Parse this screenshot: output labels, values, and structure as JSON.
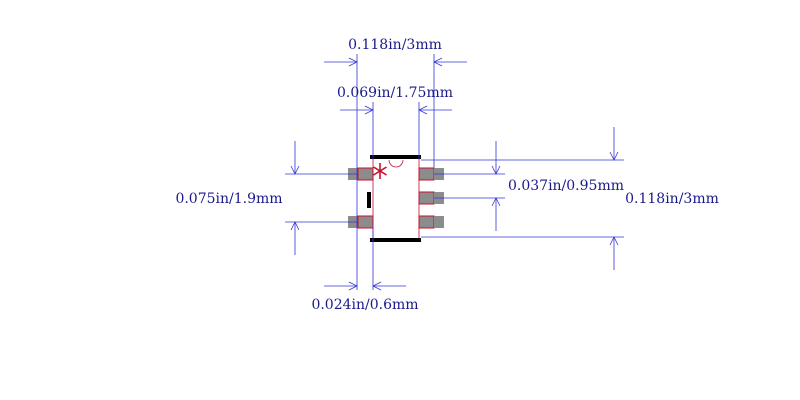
{
  "dimensions": {
    "overall_width": "0.118in/3mm",
    "body_width": "0.069in/1.75mm",
    "left_pitch": "0.075in/1.9mm",
    "right_pitch": "0.037in/0.95mm",
    "overall_height": "0.118in/3mm",
    "pad_width": "0.024in/0.6mm"
  },
  "colors": {
    "dimension_line": "#3535d6",
    "dimension_text": "#1a1a8c",
    "outline": "#000000",
    "pad_fill": "#8c8c8c",
    "pad_outline": "#c8102e",
    "body_outline": "#c8102e",
    "pin1_marker": "#c8102e"
  },
  "icons": {
    "pin1_marker": "asterisk-icon",
    "arrow": "dimension-arrow-icon"
  }
}
